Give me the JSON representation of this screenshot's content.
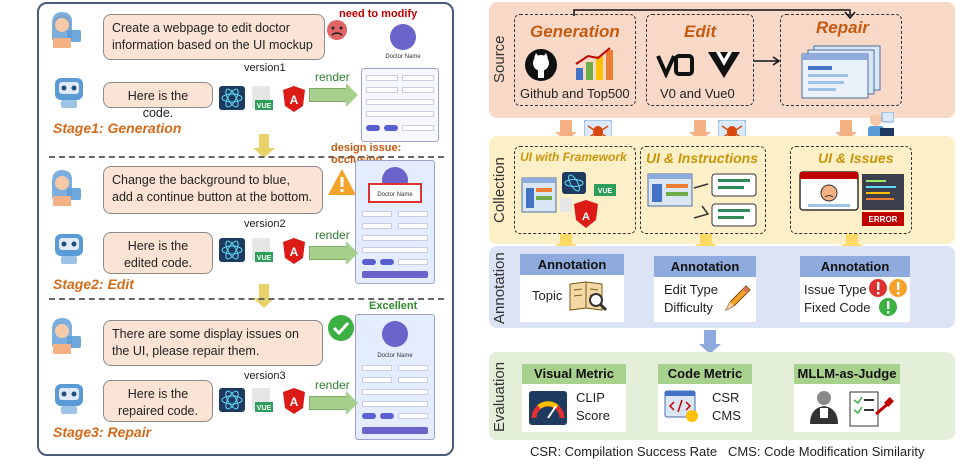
{
  "left": {
    "stage1": {
      "user_text": "Create a webpage to edit doctor information based on the UI mockup",
      "badge": "need to modify",
      "mock_name": "Doctor Name",
      "version": "version1",
      "bot_text": "Here is the code.",
      "render": "render",
      "label": "Stage1: Generation"
    },
    "stage2": {
      "user_text": "Change the background to blue, add a continue button at the bottom.",
      "badge": "design issue: occlusion",
      "mock_name": "Doctor Name",
      "version": "version2",
      "bot_text": "Here is the edited code.",
      "render": "render",
      "label": "Stage2: Edit"
    },
    "stage3": {
      "user_text": "There are some display issues on the UI, please repair them.",
      "badge": "Excellent",
      "mock_name": "Doctor Name",
      "version": "version3",
      "bot_text": "Here is the repaired code.",
      "render": "render",
      "label": "Stage3: Repair"
    },
    "framework_labels": [
      "VUE",
      "Vue"
    ]
  },
  "right": {
    "source": {
      "label": "Source",
      "generation": {
        "title": "Generation",
        "caption": "Github and Top500"
      },
      "edit": {
        "title": "Edit",
        "caption": "V0 and Vue0"
      },
      "repair": {
        "title": "Repair"
      }
    },
    "collection": {
      "label": "Collection",
      "items": [
        "UI with Framework",
        "UI & Instructions",
        "UI & Issues"
      ],
      "error_text": "ERROR",
      "vue_text": "VUE"
    },
    "annotation": {
      "label": "Annotation",
      "items": [
        {
          "head": "Annotation",
          "lines": [
            "Topic"
          ]
        },
        {
          "head": "Annotation",
          "lines": [
            "Edit Type",
            "Difficulty"
          ]
        },
        {
          "head": "Annotation",
          "lines": [
            "Issue Type",
            "Fixed Code"
          ]
        }
      ]
    },
    "evaluation": {
      "label": "Evaluation",
      "items": [
        {
          "head": "Visual Metric",
          "lines": [
            "CLIP",
            "Score"
          ]
        },
        {
          "head": "Code Metric",
          "lines": [
            "CSR",
            "CMS"
          ]
        },
        {
          "head": "MLLM-as-Judge",
          "lines": []
        }
      ]
    },
    "footnote": "CSR: Compilation Success Rate   CMS: Code Modification Similarity"
  },
  "colors": {
    "source_bg": "#f8d9c8",
    "collection_bg": "#fdf0c8",
    "annotation_bg": "#dbe3f4",
    "evaluation_bg": "#e3efd9",
    "stage_label": "#d46a1a"
  }
}
